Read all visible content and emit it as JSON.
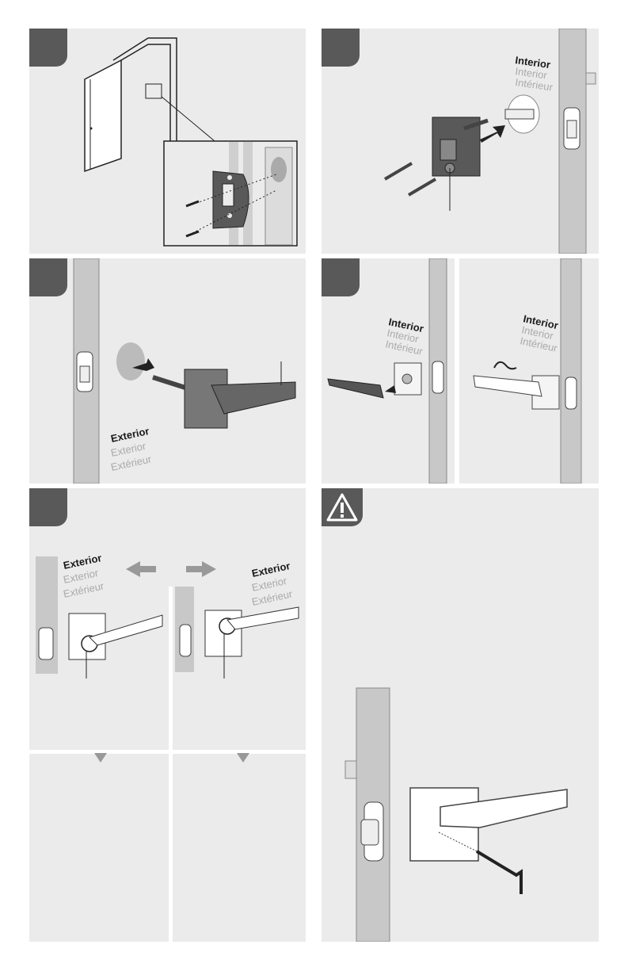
{
  "labels": {
    "interior": [
      "Interior",
      "Interior",
      "Intérieur"
    ],
    "exterior": [
      "Exterior",
      "Exterior",
      "Extérieur"
    ]
  },
  "colors": {
    "panel": "#ebebeb",
    "tab": "#595959",
    "door": "#bfbfbf",
    "part": "#666666",
    "arrow": "#999999"
  },
  "icons": [
    "warning-icon",
    "arrow-left-icon",
    "arrow-right-icon",
    "arrow-down-icon",
    "allen-key-icon"
  ]
}
